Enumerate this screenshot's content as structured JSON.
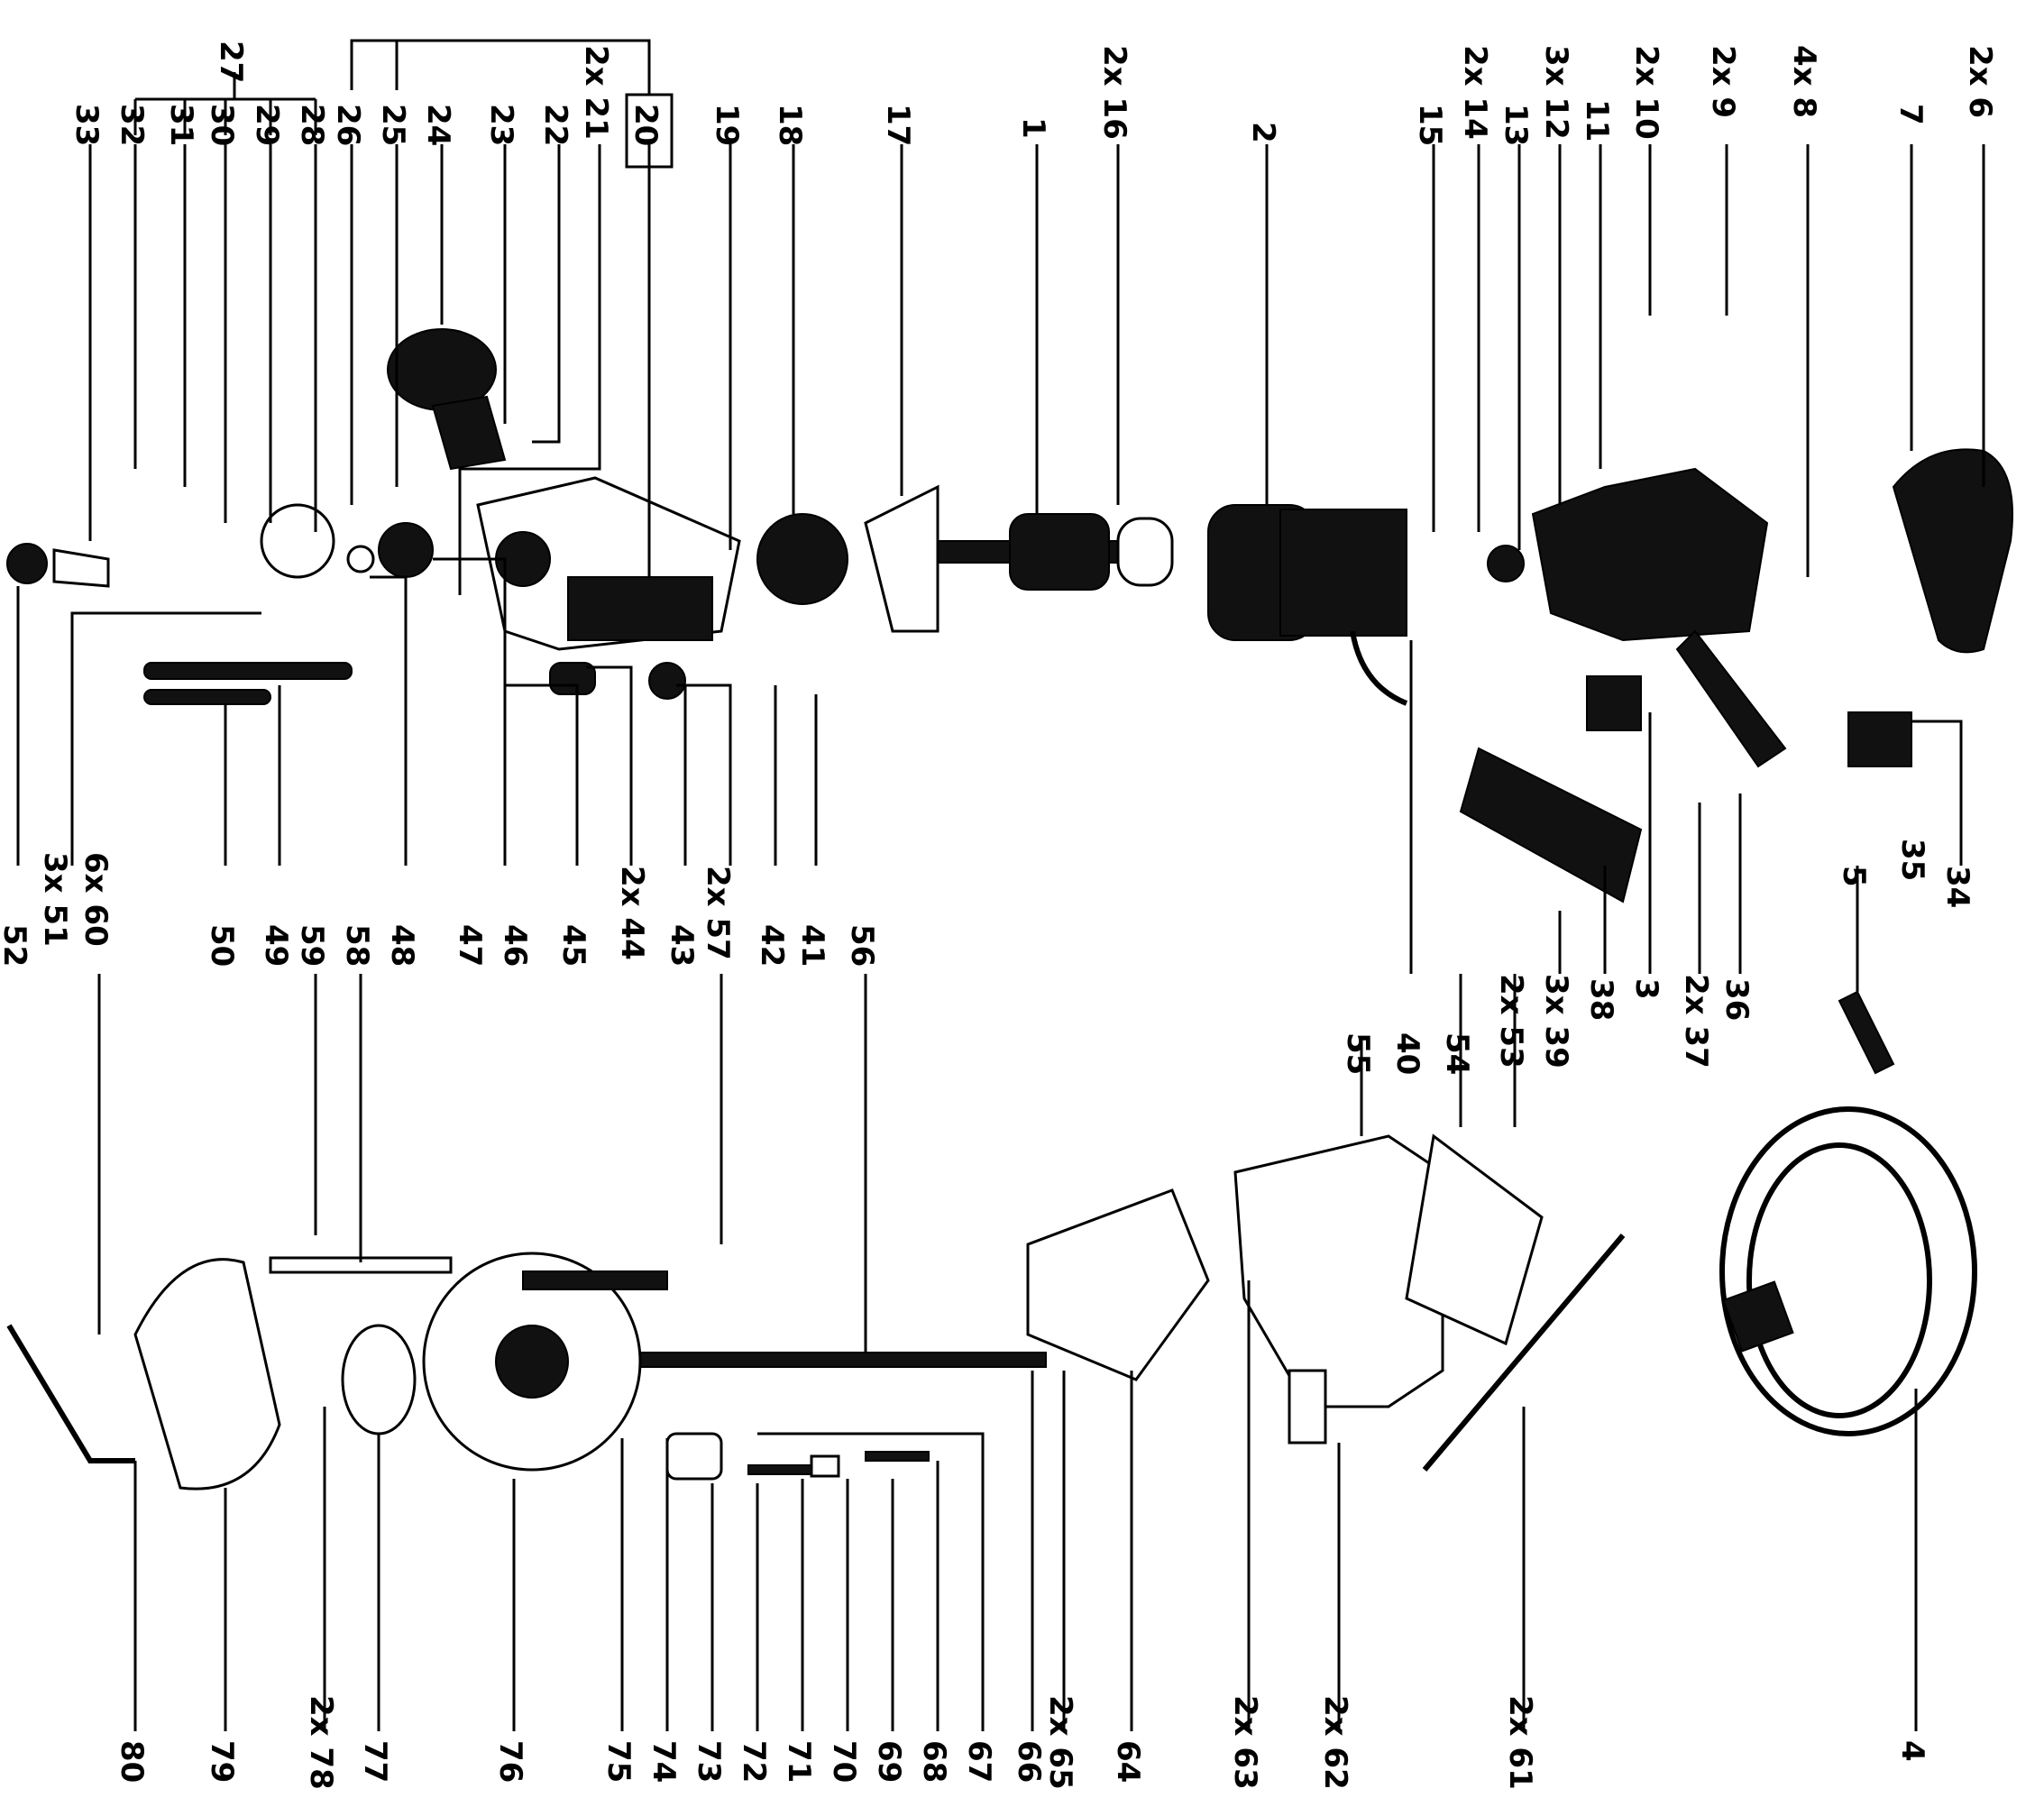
{
  "callouts": [
    {
      "id": "c1",
      "text": "1"
    },
    {
      "id": "c2",
      "text": "2"
    },
    {
      "id": "c3",
      "text": "3"
    },
    {
      "id": "c4",
      "text": "4"
    },
    {
      "id": "c5",
      "text": "5"
    },
    {
      "id": "c6",
      "text": "2x 6"
    },
    {
      "id": "c7",
      "text": "7"
    },
    {
      "id": "c8",
      "text": "4x 8"
    },
    {
      "id": "c9",
      "text": "2x 9"
    },
    {
      "id": "c10",
      "text": "2x 10"
    },
    {
      "id": "c11",
      "text": "11"
    },
    {
      "id": "c12",
      "text": "3x 12"
    },
    {
      "id": "c13",
      "text": "13"
    },
    {
      "id": "c14",
      "text": "2x 14"
    },
    {
      "id": "c15",
      "text": "15"
    },
    {
      "id": "c16",
      "text": "2x 16"
    },
    {
      "id": "c17",
      "text": "17"
    },
    {
      "id": "c18",
      "text": "18"
    },
    {
      "id": "c19",
      "text": "19"
    },
    {
      "id": "c20",
      "text": "20"
    },
    {
      "id": "c21",
      "text": "2x 21"
    },
    {
      "id": "c22",
      "text": "22"
    },
    {
      "id": "c23",
      "text": "23"
    },
    {
      "id": "c24",
      "text": "24"
    },
    {
      "id": "c25",
      "text": "25"
    },
    {
      "id": "c26",
      "text": "26"
    },
    {
      "id": "c27",
      "text": "27"
    },
    {
      "id": "c28",
      "text": "28"
    },
    {
      "id": "c29",
      "text": "29"
    },
    {
      "id": "c30",
      "text": "30"
    },
    {
      "id": "c31",
      "text": "31"
    },
    {
      "id": "c32",
      "text": "32"
    },
    {
      "id": "c33",
      "text": "33"
    },
    {
      "id": "c34",
      "text": "34"
    },
    {
      "id": "c35",
      "text": "35"
    },
    {
      "id": "c36",
      "text": "36"
    },
    {
      "id": "c37",
      "text": "2x 37"
    },
    {
      "id": "c38",
      "text": "38"
    },
    {
      "id": "c39",
      "text": "3x 39"
    },
    {
      "id": "c40",
      "text": "40"
    },
    {
      "id": "c41",
      "text": "41"
    },
    {
      "id": "c42",
      "text": "42"
    },
    {
      "id": "c43",
      "text": "43"
    },
    {
      "id": "c44",
      "text": "2x 44"
    },
    {
      "id": "c45",
      "text": "45"
    },
    {
      "id": "c46",
      "text": "46"
    },
    {
      "id": "c47",
      "text": "47"
    },
    {
      "id": "c48",
      "text": "48"
    },
    {
      "id": "c49",
      "text": "49"
    },
    {
      "id": "c50",
      "text": "50"
    },
    {
      "id": "c51",
      "text": "3x 51"
    },
    {
      "id": "c52",
      "text": "52"
    },
    {
      "id": "c53",
      "text": "2x 53"
    },
    {
      "id": "c54",
      "text": "54"
    },
    {
      "id": "c55",
      "text": "55"
    },
    {
      "id": "c56",
      "text": "56"
    },
    {
      "id": "c57",
      "text": "2x 57"
    },
    {
      "id": "c58",
      "text": "58"
    },
    {
      "id": "c59",
      "text": "59"
    },
    {
      "id": "c60",
      "text": "6x 60"
    },
    {
      "id": "c61",
      "text": "2x 61"
    },
    {
      "id": "c62",
      "text": "2x 62"
    },
    {
      "id": "c63",
      "text": "2x 63"
    },
    {
      "id": "c64",
      "text": "64"
    },
    {
      "id": "c65",
      "text": "2x 65"
    },
    {
      "id": "c66",
      "text": "66"
    },
    {
      "id": "c67",
      "text": "67"
    },
    {
      "id": "c68",
      "text": "68"
    },
    {
      "id": "c69",
      "text": "69"
    },
    {
      "id": "c70",
      "text": "70"
    },
    {
      "id": "c71",
      "text": "71"
    },
    {
      "id": "c72",
      "text": "72"
    },
    {
      "id": "c73",
      "text": "73"
    },
    {
      "id": "c74",
      "text": "74"
    },
    {
      "id": "c75",
      "text": "75"
    },
    {
      "id": "c76",
      "text": "76"
    },
    {
      "id": "c77",
      "text": "77"
    },
    {
      "id": "c78",
      "text": "2x 78"
    },
    {
      "id": "c79",
      "text": "79"
    },
    {
      "id": "c80",
      "text": "80"
    }
  ]
}
